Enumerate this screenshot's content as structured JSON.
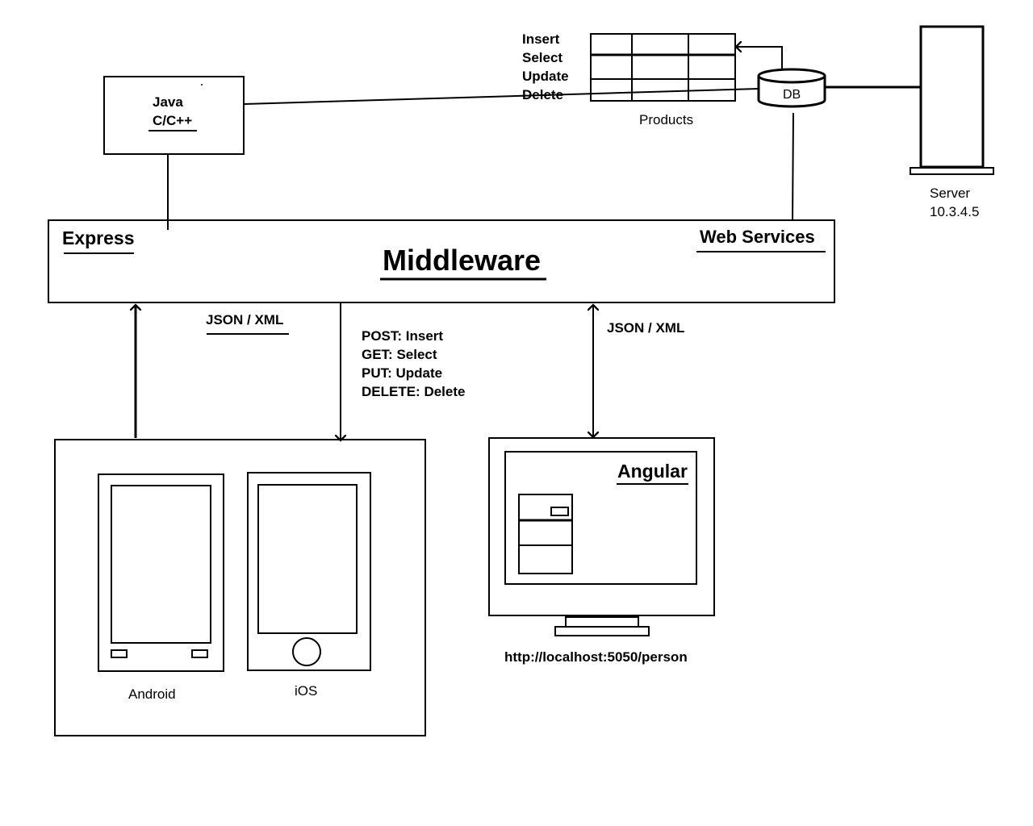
{
  "java_box": {
    "line1": "Java",
    "line2": "C/C++"
  },
  "db_ops": [
    "Insert",
    "Select",
    "Update",
    "Delete"
  ],
  "products": {
    "label": "Products"
  },
  "db": {
    "label": "DB"
  },
  "server": {
    "label": "Server",
    "ip": "10.3.4.5"
  },
  "middleware": {
    "title": "Middleware",
    "left_label": "Express",
    "right_label": "Web Services"
  },
  "json_left": "JSON / XML",
  "json_right": "JSON / XML",
  "http_methods": [
    "POST: Insert",
    "GET: Select",
    "PUT: Update",
    "DELETE: Delete"
  ],
  "devices": {
    "android": "Android",
    "ios": "iOS"
  },
  "angular": {
    "label": "Angular",
    "url": "http://localhost:5050/person"
  }
}
